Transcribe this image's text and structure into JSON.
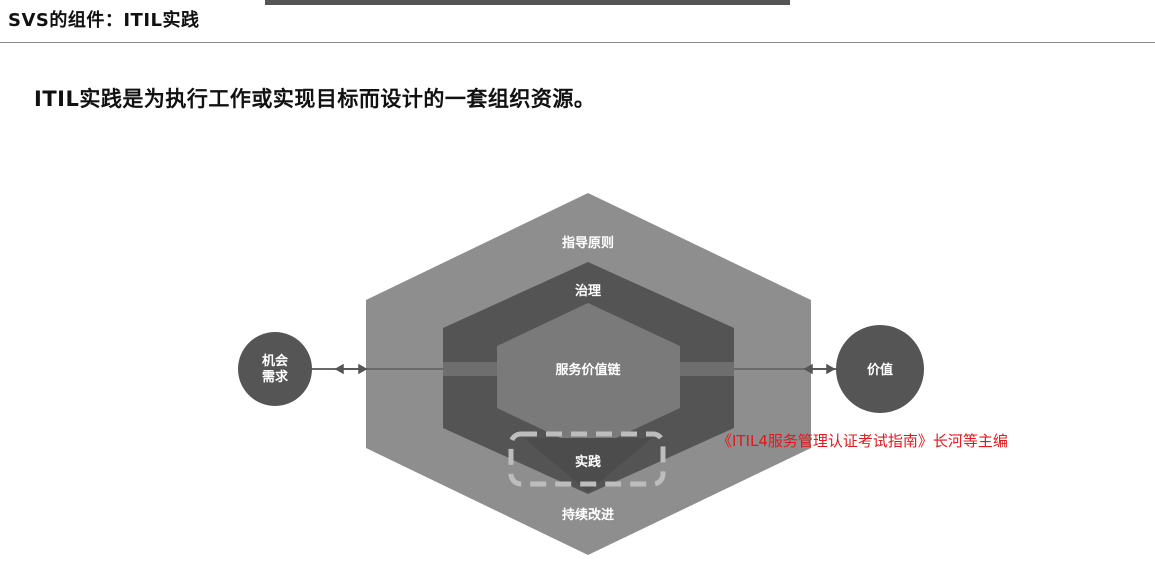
{
  "header": {
    "title": "SVS的组件：ITIL实践"
  },
  "subtitle": "ITIL实践是为执行工作或实现目标而设计的一套组织资源。",
  "diagram": {
    "outer_label": "指导原则",
    "governance_label": "治理",
    "value_chain_label": "服务价值链",
    "practice_label": "实践",
    "improvement_label": "持续改进",
    "left_circle_line1": "机会",
    "left_circle_line2": "需求",
    "right_circle_label": "价值",
    "colors": {
      "outer": "#8e8e8e",
      "governance": "#545454",
      "value_chain": "#7a7a7a",
      "circles": "#555555",
      "dashed": "#bdbdbd",
      "citation": "#e0191d"
    }
  },
  "citation": "《ITIL4服务管理认证考试指南》长河等主编"
}
